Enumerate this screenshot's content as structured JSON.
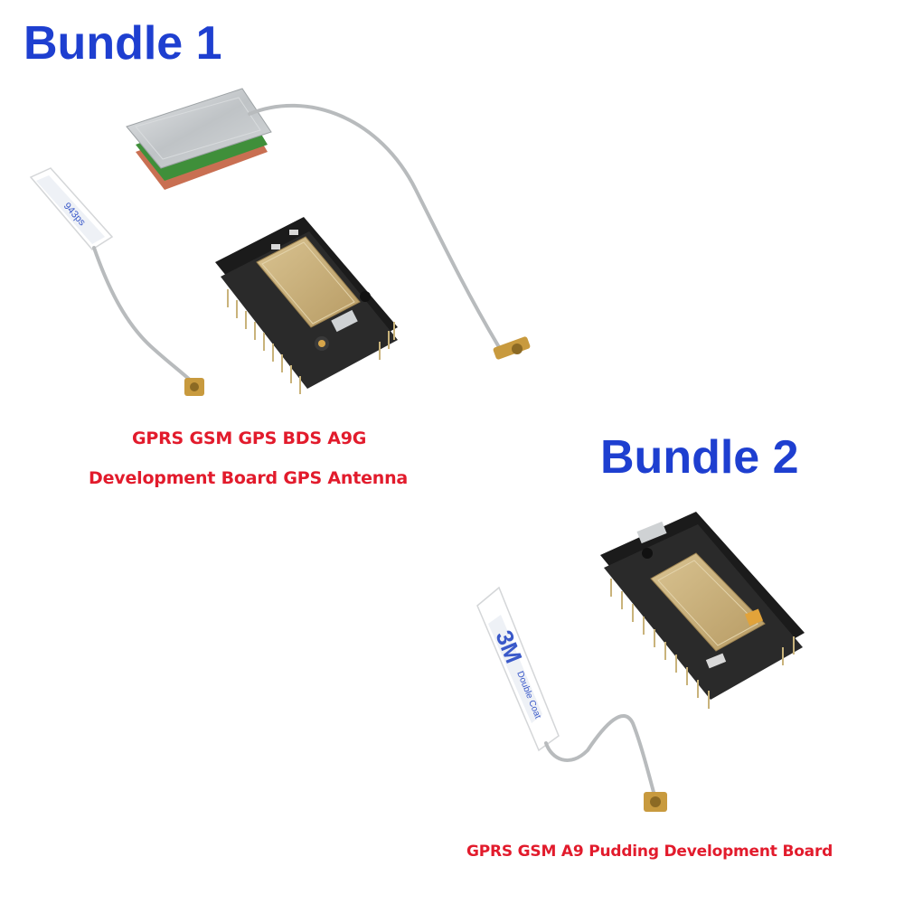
{
  "bundle1": {
    "title": "Bundle 1",
    "caption_line1": "GPRS GSM GPS BDS A9G",
    "caption_line2": "Development Board GPS Antenna",
    "antenna_sticker_text": "943ps"
  },
  "bundle2": {
    "title": "Bundle 2",
    "caption": "GPRS GSM A9 Pudding Development Board",
    "antenna_sticker_text": "3M",
    "antenna_sticker_subtext": "Double Coat"
  },
  "colors": {
    "title_blue": "#1e3fd0",
    "caption_red": "#e21b2c",
    "pcb_black": "#1b1b1b",
    "module_gold": "#c8ae7c",
    "cable_gray": "#b8bbbd"
  }
}
